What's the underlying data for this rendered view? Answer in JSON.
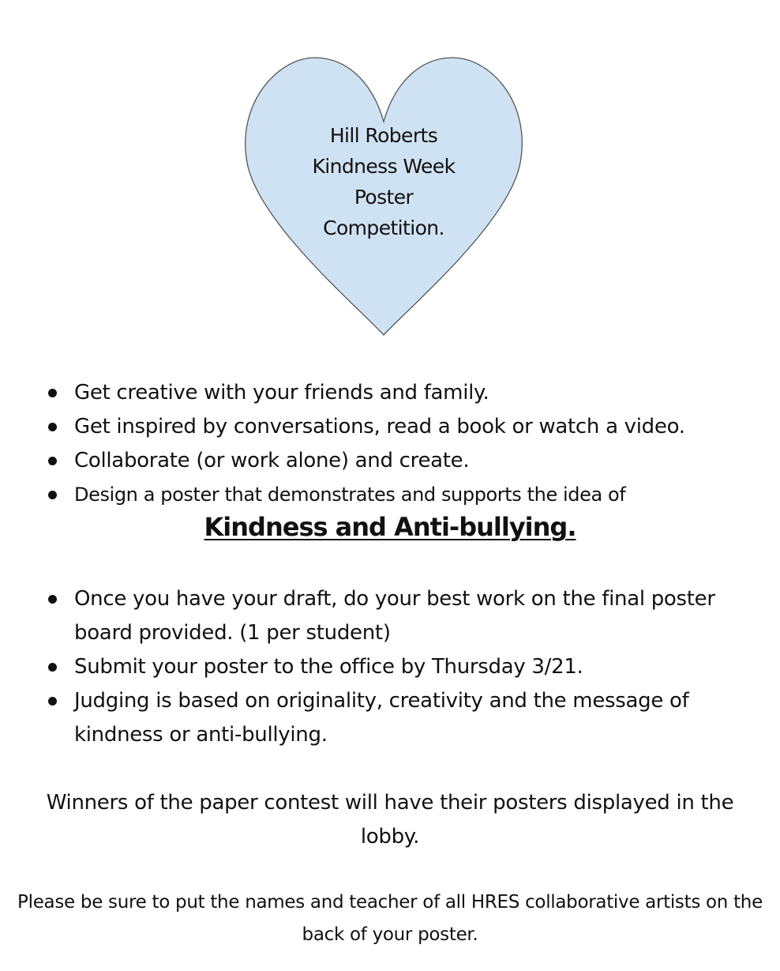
{
  "heart": {
    "fill": "#cfe2f3",
    "stroke": "#555555",
    "title_lines": [
      "Hill Roberts",
      "Kindness Week",
      "Poster",
      "Competition."
    ]
  },
  "bullets_top": [
    "Get creative with your friends and family.",
    "Get inspired by conversations, read a book or watch a video.",
    "Collaborate (or work alone) and create.",
    "Design a poster that demonstrates and supports the idea of"
  ],
  "headline": " Kindness and Anti-bullying.",
  "bullets_bottom": [
    "Once you have your draft, do your best work on the final poster board provided. (1 per student)",
    "Submit your poster to the office by Thursday 3/21.",
    "Judging is based on originality, creativity and the message of kindness or anti-bullying."
  ],
  "winners_text": "Winners of the paper contest will have their posters displayed in the lobby.",
  "names_text": "Please be sure to put the names and teacher of all HRES collaborative artists on  the back of your poster."
}
